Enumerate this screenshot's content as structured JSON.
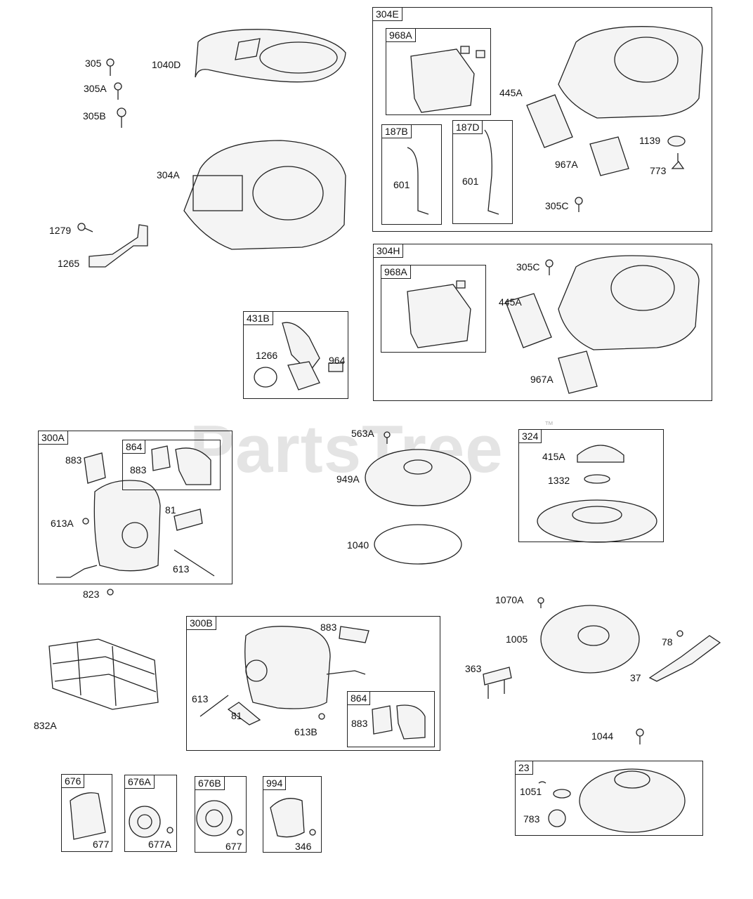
{
  "watermark": {
    "text": "PartsTree",
    "tm": "™"
  },
  "groups": [
    {
      "id": "304E",
      "label": "304E"
    },
    {
      "id": "968A-e",
      "label": "968A"
    },
    {
      "id": "187B",
      "label": "187B"
    },
    {
      "id": "187D",
      "label": "187D"
    },
    {
      "id": "304H",
      "label": "304H"
    },
    {
      "id": "968A-h",
      "label": "968A"
    },
    {
      "id": "431B",
      "label": "431B"
    },
    {
      "id": "300A",
      "label": "300A"
    },
    {
      "id": "864-a",
      "label": "864"
    },
    {
      "id": "324",
      "label": "324"
    },
    {
      "id": "300B",
      "label": "300B"
    },
    {
      "id": "864-b",
      "label": "864"
    },
    {
      "id": "23",
      "label": "23"
    },
    {
      "id": "676",
      "label": "676"
    },
    {
      "id": "676A",
      "label": "676A"
    },
    {
      "id": "676B",
      "label": "676B"
    },
    {
      "id": "994",
      "label": "994"
    }
  ],
  "parts": [
    "305",
    "305A",
    "305B",
    "1040D",
    "304A",
    "1279",
    "1265",
    "445A",
    "1139",
    "967A",
    "773",
    "305C",
    "601",
    "601",
    "305C",
    "445A",
    "967A",
    "1266",
    "964",
    "883",
    "883",
    "613A",
    "81",
    "613",
    "823",
    "563A",
    "949A",
    "1040",
    "415A",
    "1332",
    "1070A",
    "1005",
    "78",
    "363",
    "37",
    "832A",
    "883",
    "613",
    "81",
    "613B",
    "883",
    "1044",
    "1051",
    "783",
    "677",
    "677A",
    "677",
    "346"
  ]
}
